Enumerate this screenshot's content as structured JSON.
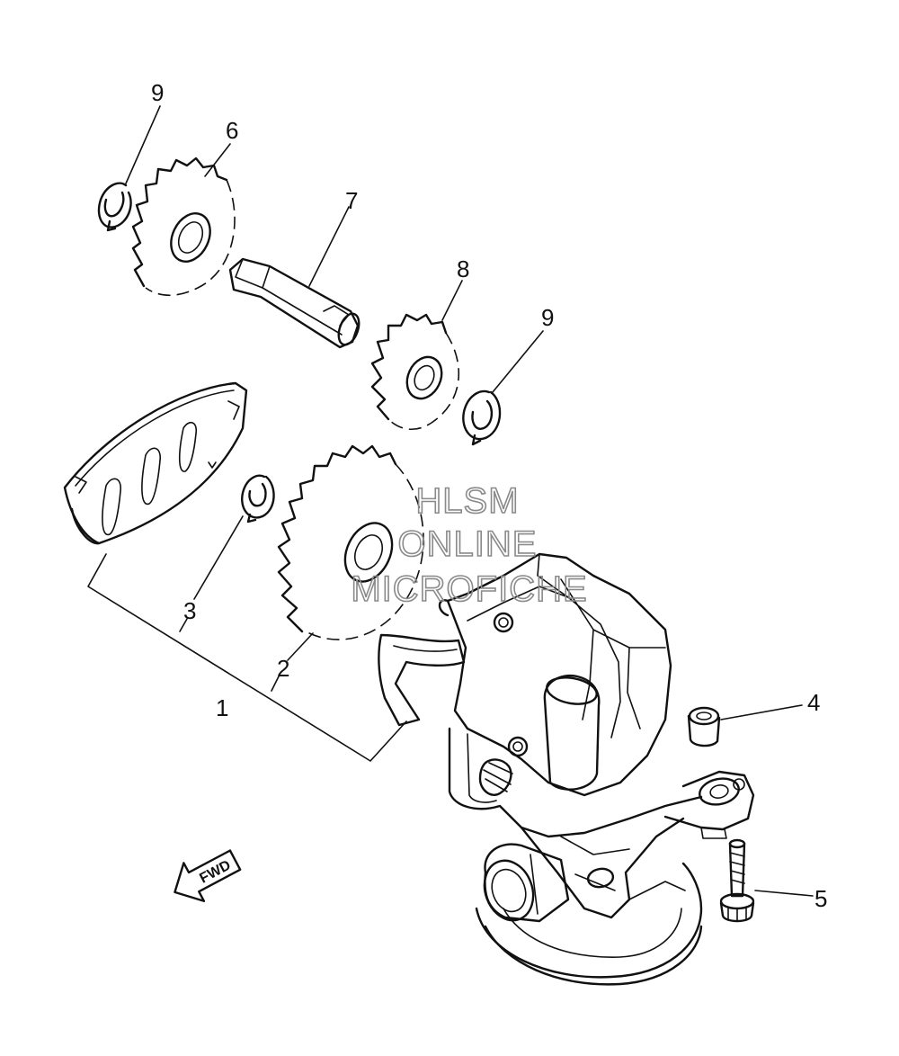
{
  "callouts": {
    "c1": "1",
    "c2": "2",
    "c3": "3",
    "c4": "4",
    "c5": "5",
    "c6": "6",
    "c7": "7",
    "c8": "8",
    "c9a": "9",
    "c9b": "9"
  },
  "direction_arrow": {
    "label": "FWD"
  },
  "watermark": {
    "line1": "HLSM",
    "line2": "ONLINE",
    "line3": "MICROFICHE"
  },
  "colors": {
    "ink": "#111111",
    "watermark": "#8a8a8a",
    "background": "#ffffff"
  }
}
